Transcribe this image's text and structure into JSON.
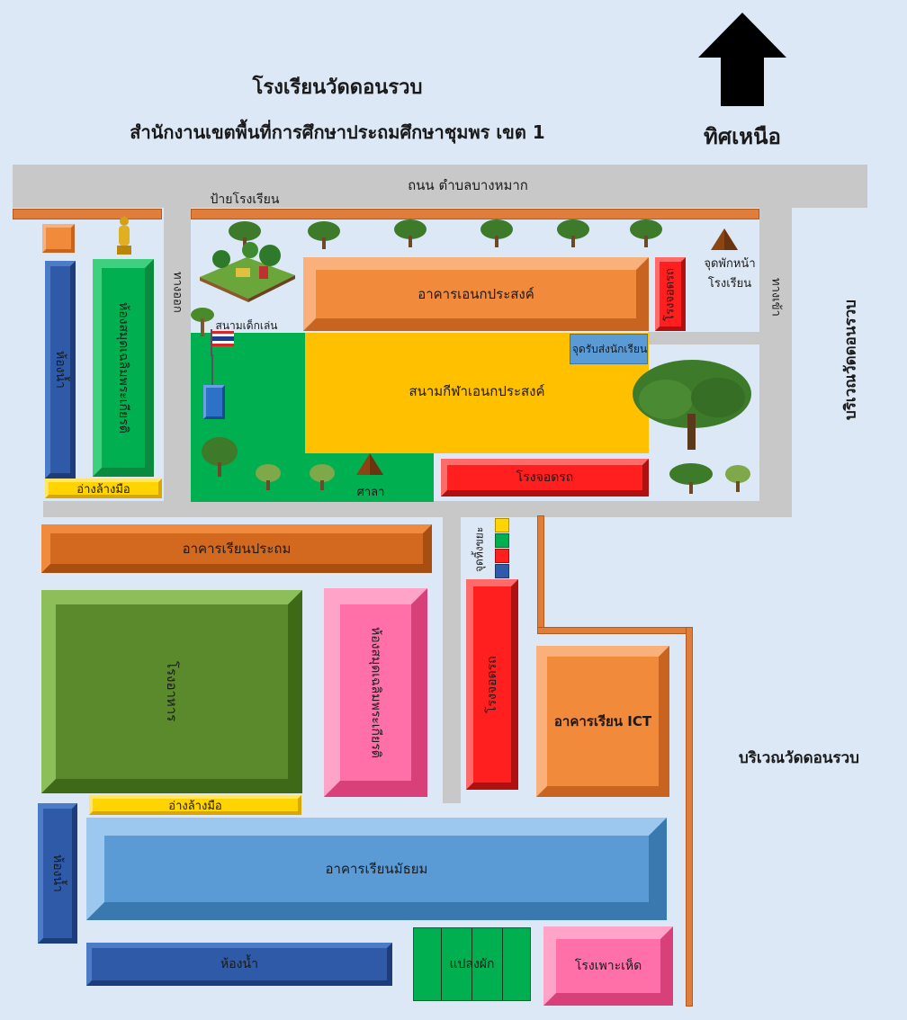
{
  "header": {
    "school_name": "โรงเรียนวัดดอนรวบ",
    "office": "สำนักงานเขตพื้นที่การศึกษาประถมศึกษาชุมพร  เขต 1",
    "north_label": "ทิศเหนือ"
  },
  "roads": {
    "main_road": "ถนน ตำบลบางหมาก",
    "exit": "ทางออก",
    "entrance": "ทางเข้า"
  },
  "areas": {
    "temple_right": "บริเวณวัดดอนรวบ",
    "temple_lower": "บริเวณวัดดอนรวบ"
  },
  "buildings": {
    "school_sign": "ป้ายโรงเรียน",
    "playground": "สนามเด็กเล่น",
    "multipurpose_building": "อาคารเอนกประสงค์",
    "parking_top": "โรงจอดรถ",
    "rest_point": "จุดพักหน้าโรงเรียน",
    "student_pickup": "จุดรับส่งนักเรียน",
    "sports_field": "สนามกีฬาเอนกประสงค์",
    "pavilion": "ศาลา",
    "parking_middle": "โรงจอดรถ",
    "restroom_left": "ห้องน้ำ",
    "library_left": "ห้องสมุดเฉลิมพระเกียรติ",
    "wash_basin_top": "อ่างล้างมือ",
    "primary_building": "อาคารเรียนประถม",
    "canteen": "โรงอาหาร",
    "library_pink": "ห้องสมุดเฉลิมพระเกียรติ",
    "trash_point": "จุดทิ้งขยะ",
    "parking_vertical": "โรงจอดรถ",
    "ict_building": "อาคารเรียน ICT",
    "wash_basin_bottom": "อ่างล้างมือ",
    "restroom_vertical": "ห้องน้ำ",
    "secondary_building": "อาคารเรียนมัธยม",
    "restroom_bottom": "ห้องน้ำ",
    "vegetable_plot": "แปลงผัก",
    "mushroom_house": "โรงเพาะเห็ด"
  },
  "colors": {
    "background": "#dde8f6",
    "road": "#c8c8c8",
    "orange": "#f28a3c",
    "yellow": "#ffc000",
    "green": "#00b050",
    "red": "#ff1f1f",
    "blue": "#2e5aa8",
    "pink": "#ff6fa8",
    "olive": "#5a8a2c",
    "light_blue": "#5b9bd5"
  }
}
